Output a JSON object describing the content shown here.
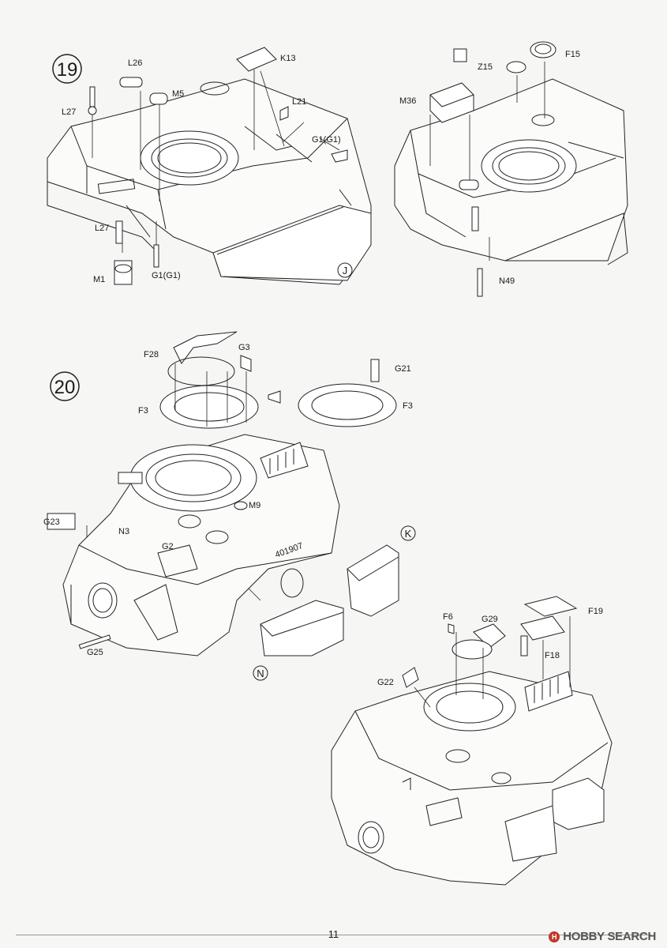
{
  "page_number": "11",
  "watermark": "HOBBY SEARCH",
  "step19": {
    "number": "19",
    "left_labels": [
      "L26",
      "K13",
      "L27",
      "M5",
      "L21",
      "G1(G1)",
      "L27",
      "M1",
      "G1(G1)"
    ],
    "ref_left": "J",
    "right_labels": [
      "F15",
      "Z15",
      "M36",
      "N49"
    ]
  },
  "step20": {
    "number": "20",
    "labels": [
      "F28",
      "G3",
      "G21",
      "F3",
      "F3",
      "G23",
      "N3",
      "M9",
      "G2",
      "G25"
    ],
    "ref_k": "K",
    "ref_n": "N",
    "detail_labels": [
      "F6",
      "G29",
      "F19",
      "F18",
      "G22"
    ],
    "hull_marking": "401907"
  }
}
